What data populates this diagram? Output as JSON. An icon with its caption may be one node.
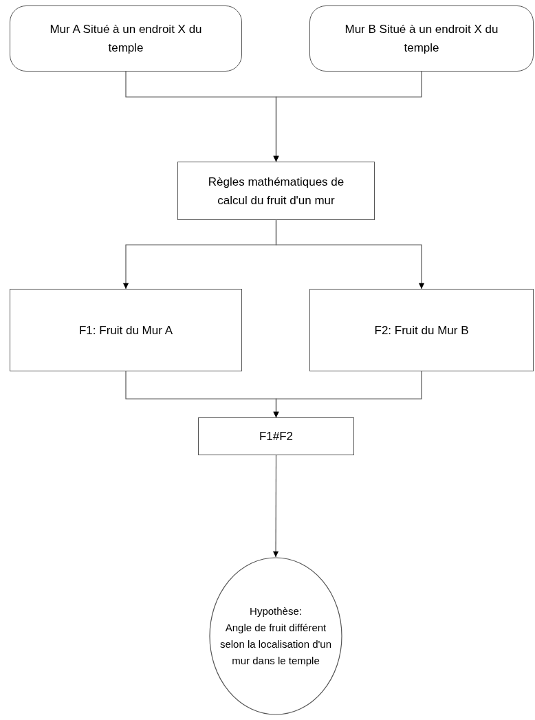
{
  "diagram": {
    "nodes": [
      {
        "text": [
          "Mur A Situé à un endroit X du temple"
        ]
      },
      {
        "text": [
          "Mur B Situé à un endroit X du temple"
        ]
      },
      {
        "text": [
          "Règles mathématiques de calcul du fruit d'un mur"
        ]
      },
      {
        "text": [
          "F1: Fruit du Mur A"
        ]
      },
      {
        "text": [
          "F2: Fruit du Mur B"
        ]
      },
      {
        "text": [
          "F1#F2"
        ]
      },
      {
        "text": [
          "Hypothèse:",
          "Angle de fruit différent selon la localisation d'un mur dans le temple"
        ]
      }
    ],
    "edges": [
      {
        "from": 0,
        "to": 2,
        "arrow": "to"
      },
      {
        "from": 1,
        "to": 2,
        "arrow": "to"
      },
      {
        "from": 2,
        "to": 3,
        "arrow": "to"
      },
      {
        "from": 2,
        "to": 4,
        "arrow": "to"
      },
      {
        "from": 3,
        "to": 5,
        "arrow": "to"
      },
      {
        "from": 4,
        "to": 5,
        "arrow": "to"
      },
      {
        "from": 5,
        "to": 6,
        "arrow": "to"
      }
    ]
  }
}
